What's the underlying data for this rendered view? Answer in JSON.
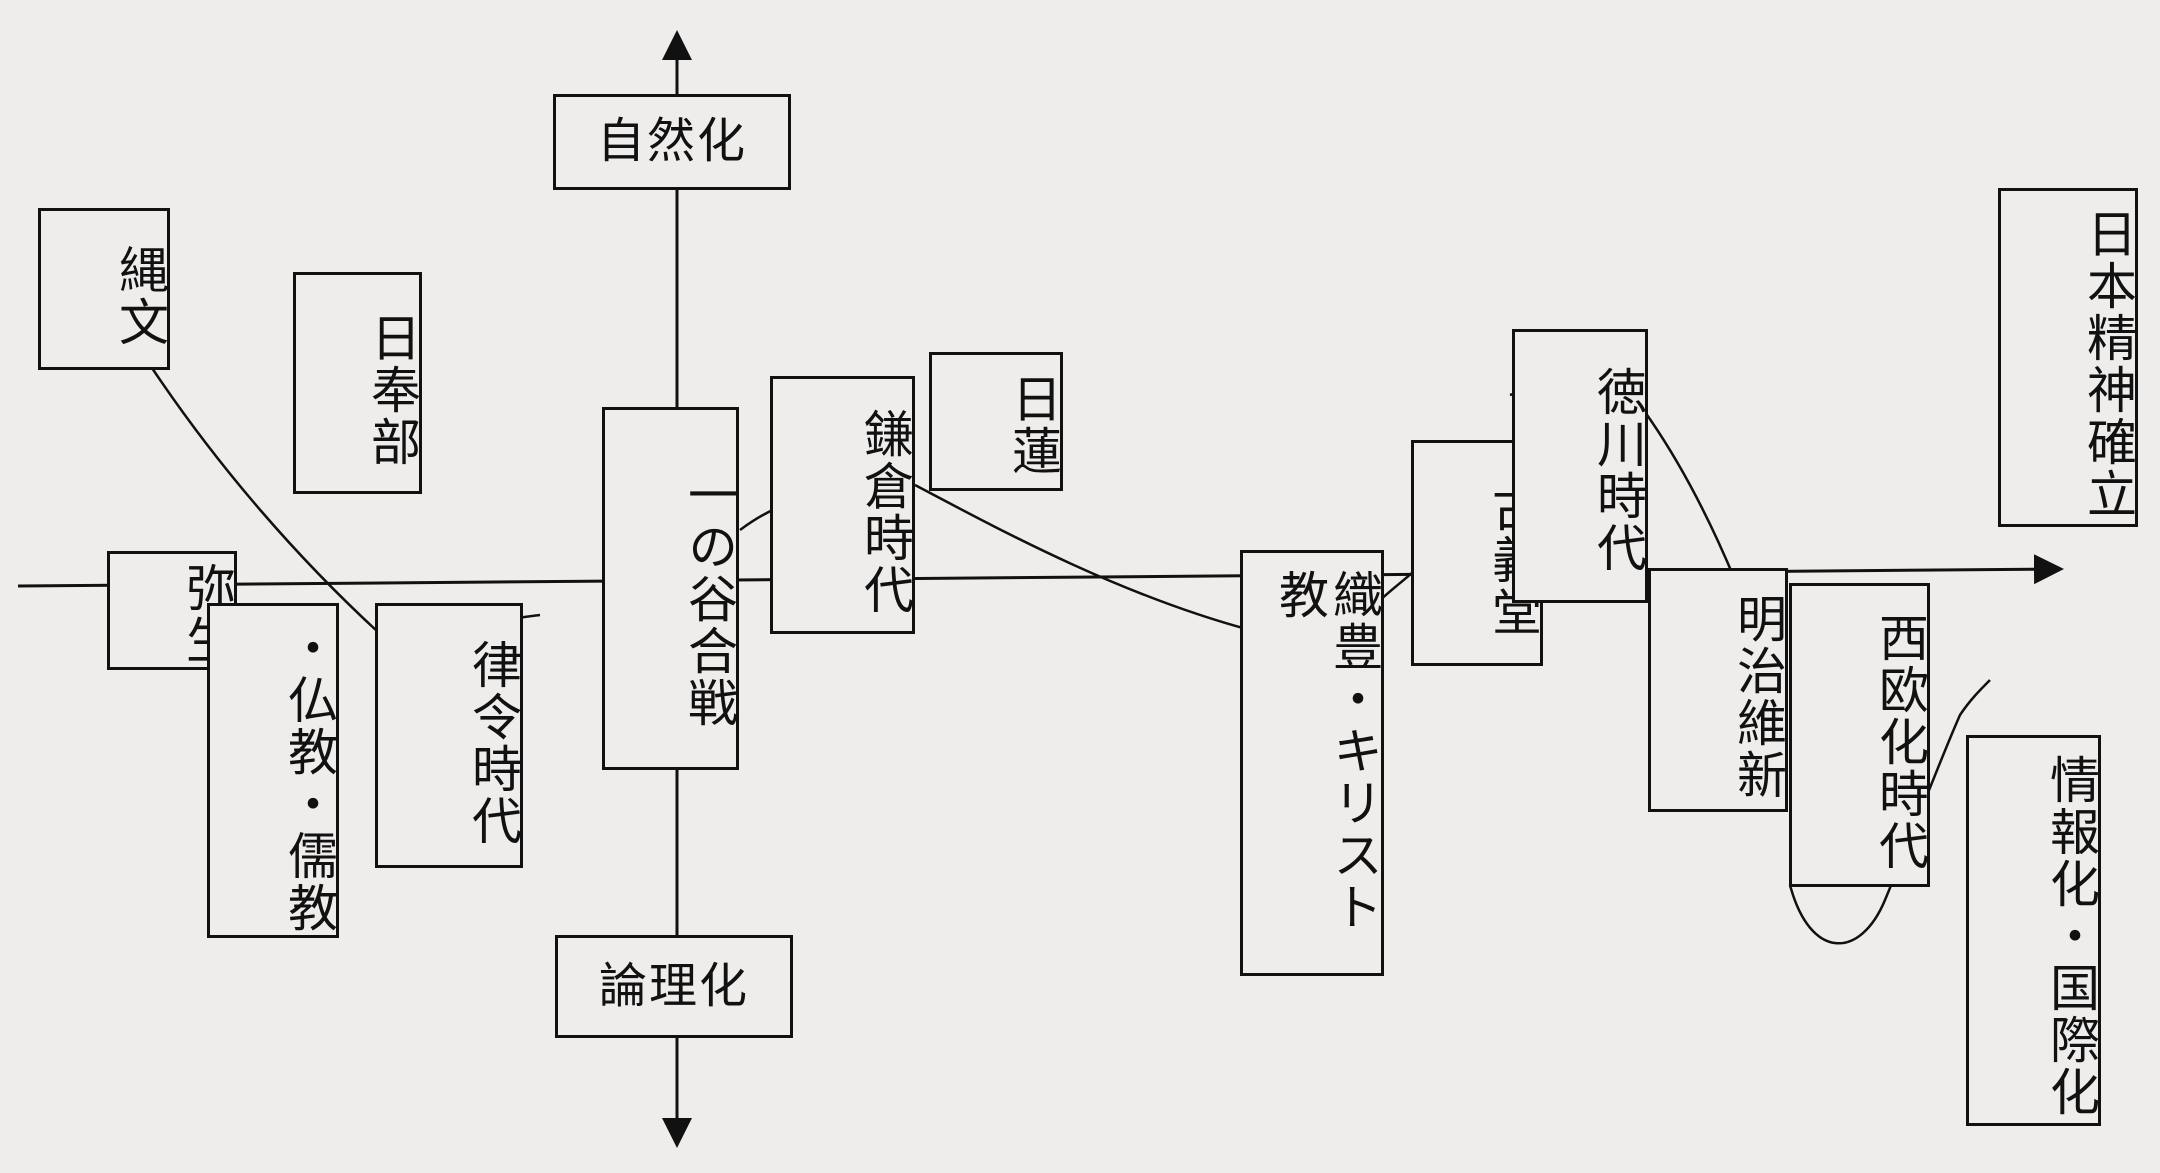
{
  "axis": {
    "top_label": "自然化",
    "bottom_label": "論理化"
  },
  "nodes": {
    "jomon": "縄文",
    "nippobu": "日奉部",
    "yayoi": "弥生",
    "bukkyo": "・仏教・儒教",
    "ritsuryo": "律令時代",
    "ichinotani": "一の谷合戦",
    "kamakura": "鎌倉時代",
    "nichiren": "日蓮",
    "shokuho": "織豊・キリスト教",
    "kogido": "古義堂",
    "tokugawa": "徳川時代",
    "meiji": "明治維新",
    "seio": "西欧化時代",
    "nihon_seishin": "日本精神確立",
    "johoka": "情報化・国際化"
  }
}
